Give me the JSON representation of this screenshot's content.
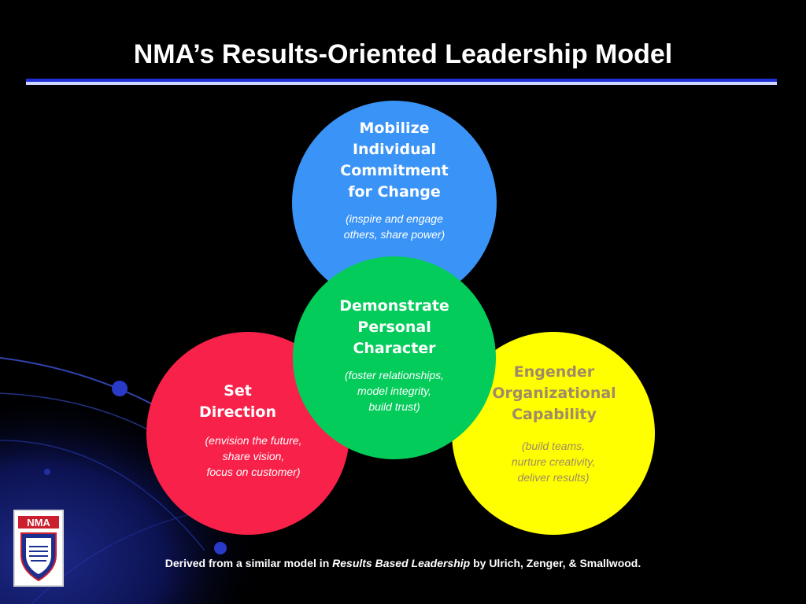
{
  "title": "NMA’s Results-Oriented Leadership Model",
  "colors": {
    "background": "#000000",
    "title_rule": "#1f2fd6",
    "mobilize": "#3a94f7",
    "set_direction": "#f8214a",
    "engender": "#ffff00",
    "engender_text": "#a08a68",
    "demonstrate": "#03cc5a"
  },
  "circles": {
    "mobilize": {
      "heading": "Mobilize\nIndividual\nCommitment\nfor Change",
      "sub": "(inspire and engage\n others, share power)"
    },
    "set_direction": {
      "heading": "Set\nDirection",
      "sub": "(envision the future,\nshare vision,\nfocus on customer)"
    },
    "engender": {
      "heading": "Engender\nOrganizational\nCapability",
      "sub": "(build teams,\nnurture creativity,\ndeliver results)"
    },
    "demonstrate": {
      "heading": "Demonstrate\nPersonal\nCharacter",
      "sub": "(foster relationships,\nmodel integrity,\nbuild trust)"
    }
  },
  "logo": {
    "icon": "nma-shield-logo",
    "text": "NMA"
  },
  "footer": {
    "prefix": "Derived from a similar model in ",
    "book": "Results Based Leadership",
    "suffix": " by Ulrich, Zenger, & Smallwood."
  }
}
